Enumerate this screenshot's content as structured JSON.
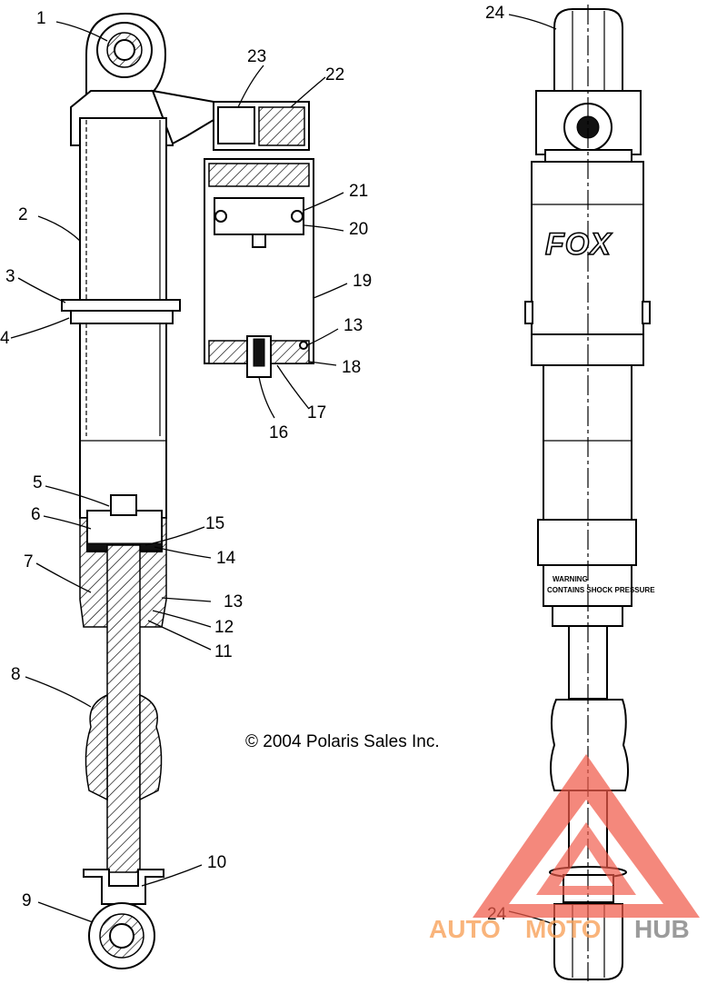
{
  "copyright": "© 2004 Polaris Sales Inc.",
  "callouts": {
    "c1": "1",
    "c2": "2",
    "c3": "3",
    "c4": "4",
    "c5": "5",
    "c6": "6",
    "c7": "7",
    "c8": "8",
    "c9": "9",
    "c10": "10",
    "c11": "11",
    "c12": "12",
    "c13a": "13",
    "c13b": "13",
    "c14": "14",
    "c15": "15",
    "c16": "16",
    "c17": "17",
    "c18": "18",
    "c19": "19",
    "c20": "20",
    "c21": "21",
    "c22": "22",
    "c23": "23",
    "c24a": "24",
    "c24b": "24"
  },
  "shock_labels": {
    "logo": "FOX",
    "warning": "WARNING",
    "warning_sub": "CONTAINS SHOCK PRESSURE"
  },
  "watermark": {
    "auto": "AUTO",
    "moto": "MOTO",
    "hub": "HUB",
    "accent_color": "#f05a4a",
    "gray_color": "#8a8a8a"
  }
}
